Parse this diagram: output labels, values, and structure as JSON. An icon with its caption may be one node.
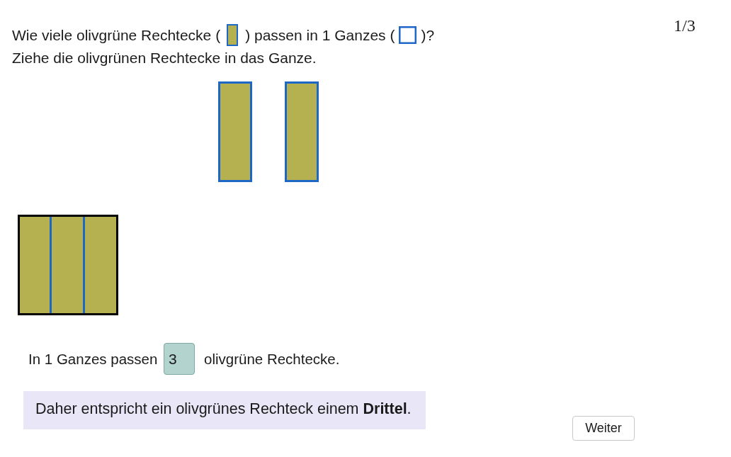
{
  "diagram": {
    "nodes": [
      {
        "text": [],
        "shape": "box"
      },
      {
        "text": [],
        "shape": "box"
      },
      {
        "text": [],
        "shape": "box"
      },
      {
        "text": [],
        "shape": "box",
        "in": 2
      },
      {
        "text": [],
        "shape": "box",
        "in": 2
      },
      {
        "text": [],
        "shape": "box",
        "in": 2
      },
      {
        "text": [
          "3"
        ]
      },
      {
        "text": [
          "Daher entspricht ein olivgrünes Rechteck einem **Drittel**."
        ]
      }
    ],
    "labels": [
      "Wie viele olivgrüne Rechtecke (",
      ") passen in 1 Ganzes (",
      ")?",
      "1/3",
      "Ziehe die olivgrünen Rechtecke in das Ganze.",
      "In 1 Ganzes passen",
      "olivgrüne Rechtecke.",
      "Weiter"
    ]
  }
}
